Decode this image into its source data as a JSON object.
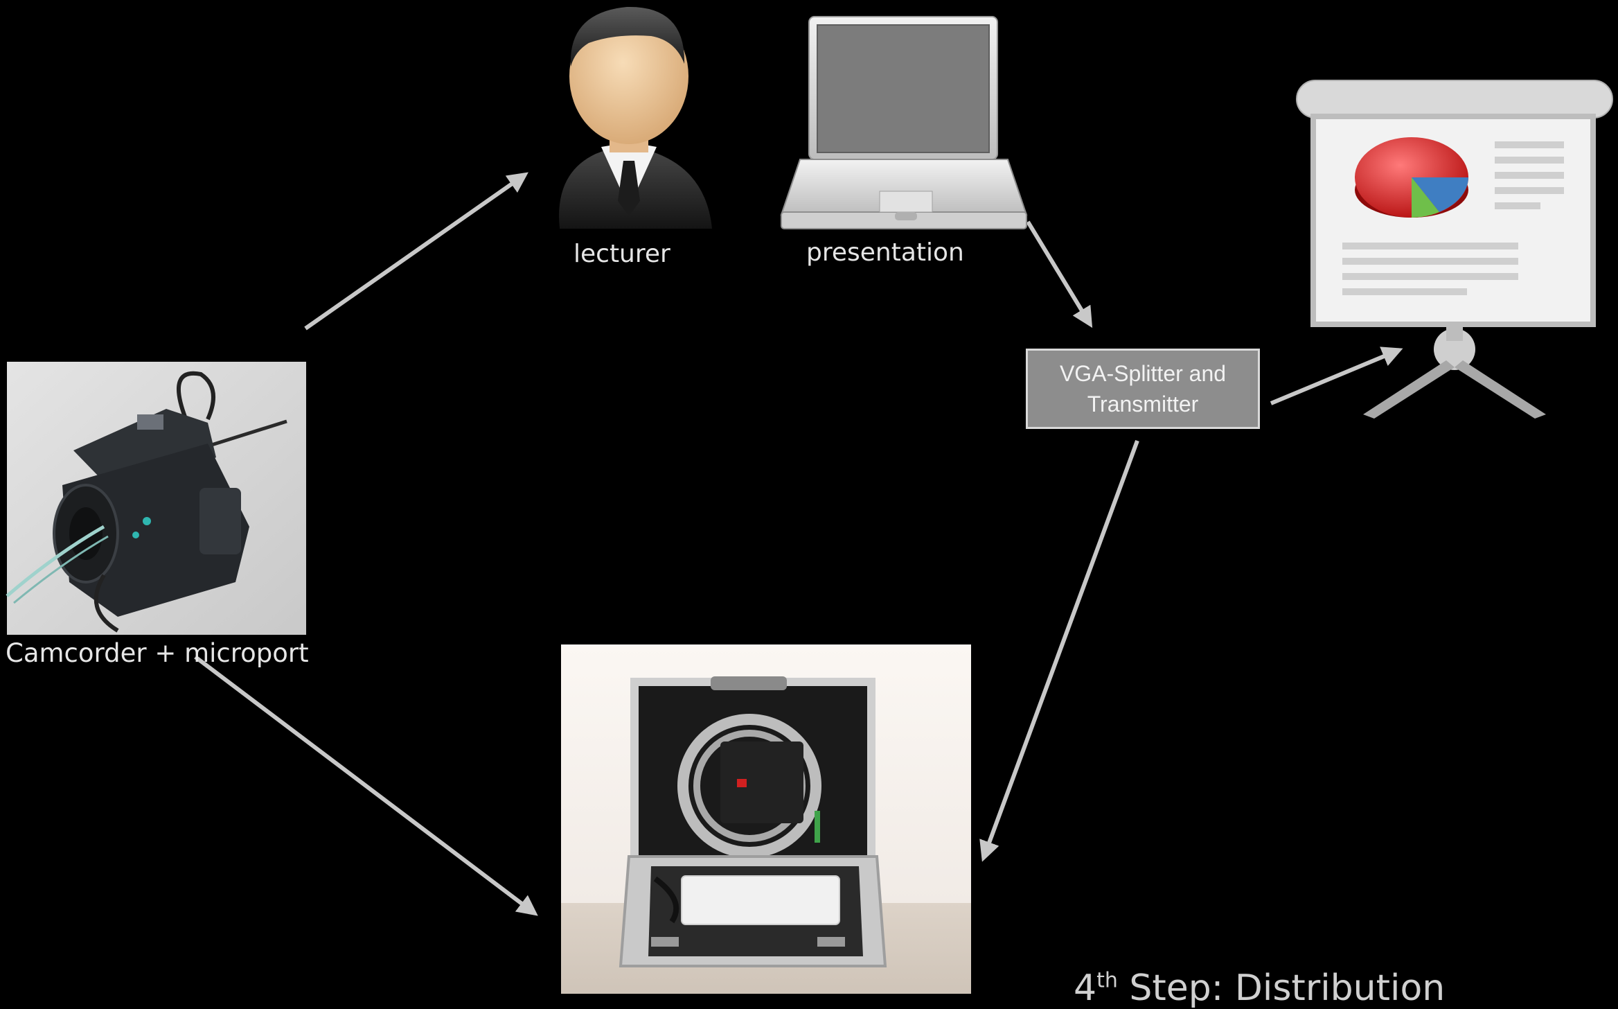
{
  "nodes": {
    "lecturer": {
      "label": "lecturer"
    },
    "presentation": {
      "label": "presentation"
    },
    "vga": {
      "line1": "VGA-Splitter and",
      "line2": "Transmitter"
    },
    "camcorder": {
      "label": "Camcorder + microport"
    },
    "projector": {
      "label": ""
    },
    "case": {
      "label": ""
    }
  },
  "caption": {
    "ordinal": "4",
    "suffix": "th",
    "text": " Step: Distribution"
  },
  "colors": {
    "background": "#000000",
    "arrow": "#c8c8c8",
    "box_fill": "#8d8d8d",
    "box_border": "#d9d9d9"
  }
}
